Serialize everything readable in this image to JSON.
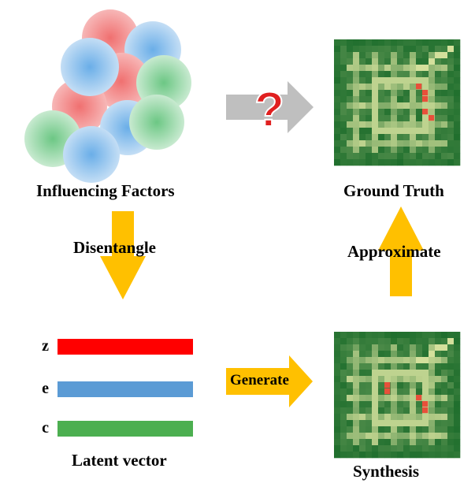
{
  "labels": {
    "influencing_factors": "Influencing Factors",
    "ground_truth": "Ground Truth",
    "disentangle": "Disentangle",
    "approximate": "Approximate",
    "generate": "Generate",
    "latent_vector": "Latent vector",
    "synthesis": "Synthesis",
    "unknown_mark": "?"
  },
  "latent": [
    {
      "label": "z",
      "color": "#ff0000"
    },
    {
      "label": "e",
      "color": "#5b9bd5"
    },
    {
      "label": "c",
      "color": "#4caf50"
    }
  ],
  "colors": {
    "arrow_orange": "#ffc000",
    "arrow_grey": "#bfbfbf",
    "question_red": "#e02020",
    "map_dark": "#1a6b2a",
    "map_light": "#f5f5b0",
    "circle_red": "#f08080",
    "circle_blue": "#7fb5e6",
    "circle_green": "#7fce8f"
  }
}
